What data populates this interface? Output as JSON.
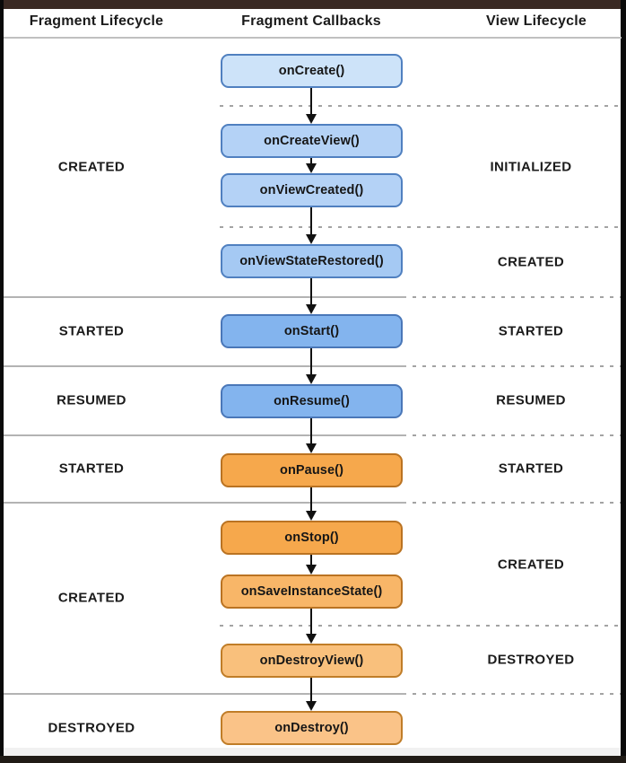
{
  "header": {
    "fragment_lifecycle": "Fragment Lifecycle",
    "fragment_callbacks": "Fragment Callbacks",
    "view_lifecycle": "View Lifecycle"
  },
  "callbacks": [
    {
      "label": "onCreate()",
      "fill": "#cde3f9",
      "border": "#5080c0"
    },
    {
      "label": "onCreateView()",
      "fill": "#b4d2f6",
      "border": "#5080c0"
    },
    {
      "label": "onViewCreated()",
      "fill": "#b4d2f6",
      "border": "#5080c0"
    },
    {
      "label": "onViewStateRestored()",
      "fill": "#a5c9f3",
      "border": "#5080c0"
    },
    {
      "label": "onStart()",
      "fill": "#83b4ee",
      "border": "#4a77b8"
    },
    {
      "label": "onResume()",
      "fill": "#83b4ee",
      "border": "#4a77b8"
    },
    {
      "label": "onPause()",
      "fill": "#f6a84c",
      "border": "#ba7322"
    },
    {
      "label": "onStop()",
      "fill": "#f6a84c",
      "border": "#ba7322"
    },
    {
      "label": "onSaveInstanceState()",
      "fill": "#f8b668",
      "border": "#ba7322"
    },
    {
      "label": "onDestroyView()",
      "fill": "#f9c07c",
      "border": "#c07d28"
    },
    {
      "label": "onDestroy()",
      "fill": "#fac388",
      "border": "#c07d28"
    }
  ],
  "fragment_lifecycle_states": [
    "CREATED",
    "STARTED",
    "RESUMED",
    "STARTED",
    "CREATED",
    "DESTROYED"
  ],
  "view_lifecycle_states": [
    "INITIALIZED",
    "CREATED",
    "STARTED",
    "RESUMED",
    "STARTED",
    "CREATED",
    "DESTROYED"
  ],
  "colors": {
    "background": "#ffffff",
    "top_bar": "#3a2923",
    "bottom_bar": "#201b16",
    "side_border": "#0a0a0a",
    "solid_line": "#b3b3b3",
    "dashed_line": "#a3a3a3",
    "text": "#1b1b1b",
    "arrow": "#111111"
  }
}
